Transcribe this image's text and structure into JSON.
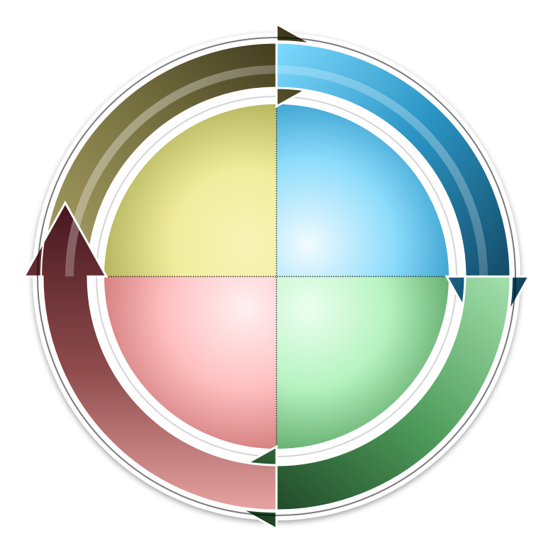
{
  "diagram": {
    "type": "four-quadrant-cycle",
    "direction": "clockwise",
    "quadrants": [
      {
        "id": "top-left",
        "fill_light": "#f3f0a6",
        "fill_dark": "#a7a34f",
        "arrow_light": "#9c9759",
        "arrow_dark": "#3a3415"
      },
      {
        "id": "top-right",
        "fill_light": "#e6f7ff",
        "fill_dark": "#3fbde8",
        "arrow_light": "#69c8ee",
        "arrow_dark": "#0f3c52"
      },
      {
        "id": "bottom-right",
        "fill_light": "#d5ffd9",
        "fill_dark": "#4f9f5b",
        "arrow_light": "#81c88d",
        "arrow_dark": "#153d1e"
      },
      {
        "id": "bottom-left",
        "fill_light": "#ffe7e7",
        "fill_dark": "#d96d6d",
        "arrow_light": "#c7847f",
        "arrow_dark": "#4f2026"
      }
    ]
  }
}
